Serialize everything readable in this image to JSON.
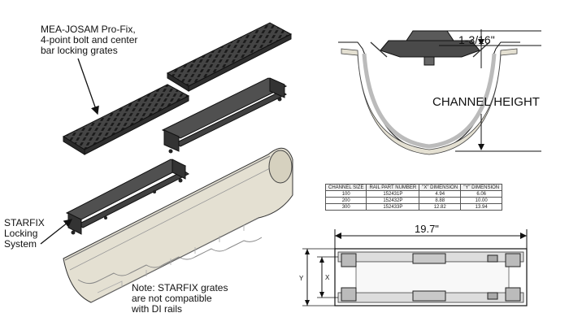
{
  "callouts": {
    "grates": [
      "MEA-JOSAM Pro-Fix,",
      "4-point bolt and center",
      "bar locking grates"
    ],
    "starfix": [
      "STARFIX",
      "Locking",
      "System"
    ],
    "note": [
      "Note: STARFIX grates",
      "are not compatible",
      "with DI rails"
    ]
  },
  "section": {
    "dimension_top": "1-3/16\"",
    "channel_height": "CHANNEL HEIGHT"
  },
  "table": {
    "headers": [
      "CHANNEL SIZE",
      "RAIL PART NUMBER",
      "\"X\" DIMENSION",
      "\"Y\" DIMENSION"
    ],
    "rows": [
      [
        "100",
        "152431P",
        "4.94",
        "6.06"
      ],
      [
        "200",
        "152432P",
        "8.88",
        "10.00"
      ],
      [
        "300",
        "152433P",
        "12.82",
        "13.94"
      ]
    ]
  },
  "plan": {
    "length": "19.7\"",
    "y_label": "Y",
    "x_label": "X"
  },
  "colors": {
    "grate": "#3a3a3a",
    "channel_body": "#e4e0d2",
    "line": "#111111"
  }
}
